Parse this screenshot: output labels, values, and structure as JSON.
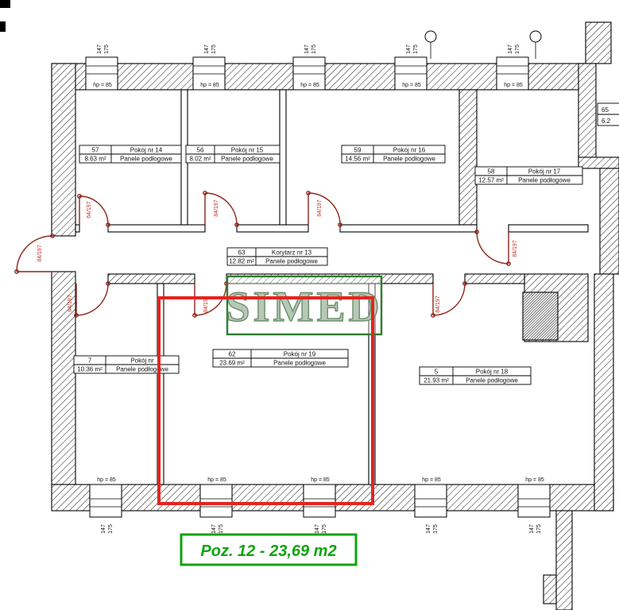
{
  "watermark": {
    "text": "SIMED"
  },
  "highlight_label": {
    "text": "Poz. 12 - 23,69 m2"
  },
  "rooms": [
    {
      "num": "57",
      "name": "Pokój nr 14",
      "area": "8.63 m²",
      "floor": "Panele podłogowe"
    },
    {
      "num": "56",
      "name": "Pokój nr 15",
      "area": "8.02 m²",
      "floor": "Panele podłogowe"
    },
    {
      "num": "59",
      "name": "Pokój nr 16",
      "area": "14.56 m²",
      "floor": "Panele podłogowe"
    },
    {
      "num": "58",
      "name": "Pokój nr 17",
      "area": "12.57 m²",
      "floor": "Panele podłogowe"
    },
    {
      "num": "63",
      "name": "Korytarz nr 13",
      "area": "12.82 m²",
      "floor": "Panele podłogowe"
    },
    {
      "num": "7",
      "name": "Pokój nr",
      "area": "10.36 m²",
      "floor": "Panele podłogowe"
    },
    {
      "num": "62",
      "name": "Pokój nr 19",
      "area": "23.69 m²",
      "floor": "Panele podłogowe"
    },
    {
      "num": "5",
      "name": "Pokój nr 18",
      "area": "21.93 m²",
      "floor": "Panele podłogowe"
    }
  ],
  "doors": [
    {
      "label": "64/197"
    },
    {
      "label": "84/197"
    },
    {
      "label": "84/197"
    },
    {
      "label": "84/197"
    },
    {
      "label": "84/197"
    },
    {
      "label": "84/197"
    },
    {
      "label": "84/197"
    },
    {
      "label": "84/197"
    }
  ],
  "windows": {
    "hp_label": "hp = 85",
    "dim_a": "147",
    "dim_b": "175"
  },
  "partials": [
    {
      "text": "65"
    },
    {
      "text": "6.2"
    }
  ],
  "colors": {
    "highlight_red": "#e52420",
    "label_green": "#0ca40c",
    "door_red": "#8d251a",
    "watermark_green": "#6b8e6b"
  }
}
